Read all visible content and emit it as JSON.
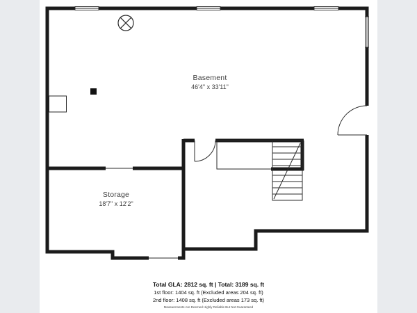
{
  "plan": {
    "rooms": [
      {
        "label": "Basement",
        "dimensions": "46'4\" x 33'11\""
      },
      {
        "label": "Storage",
        "dimensions": "18'7\" x 12'2\""
      }
    ]
  },
  "footer": {
    "total_line": "Total GLA: 2812 sq. ft | Total: 3189 sq. ft",
    "first_floor_line": "1st floor: 1404 sq. ft (Excluded areas 204 sq. ft)",
    "second_floor_line": "2nd floor: 1408 sq. ft (Excluded areas 173 sq. ft)",
    "disclaimer": "Measurements Are Deemed Highly Reliable But Not Guaranteed"
  },
  "colors": {
    "wall": "#1b1b1b",
    "thin_line": "#2a2a2a",
    "background": "#ffffff",
    "side_gutter": "#e9ebee",
    "label_text": "#3f3f3f"
  }
}
